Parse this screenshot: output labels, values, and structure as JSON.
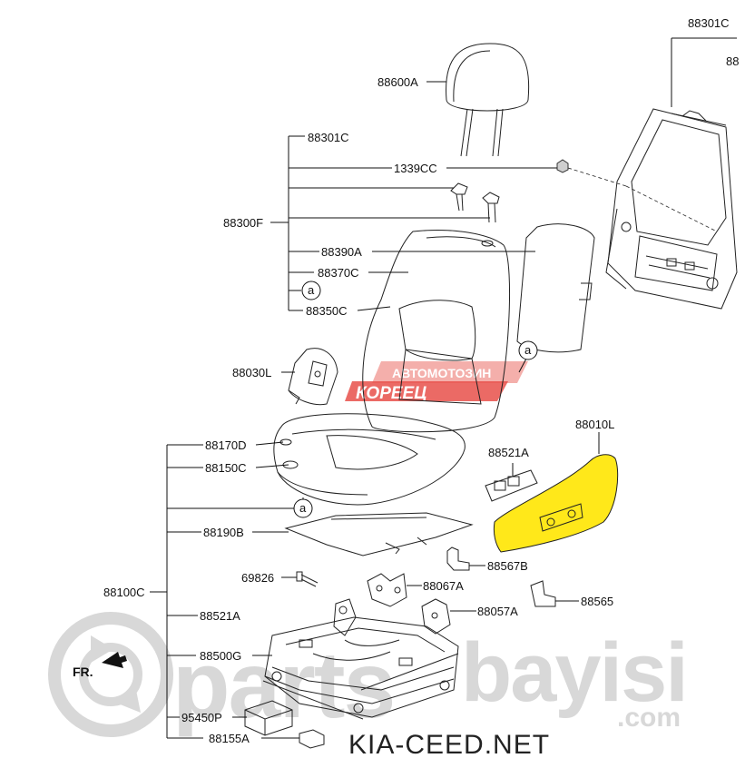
{
  "labels": {
    "l_88301C_top": "88301C",
    "l_88301C_top_cut": "88",
    "l_88600A": "88600A",
    "l_88301C": "88301C",
    "l_1339CC": "1339CC",
    "l_88300F": "88300F",
    "l_88390A": "88390A",
    "l_88370C": "88370C",
    "l_a1": "a",
    "l_88350C": "88350C",
    "l_a2": "a",
    "l_88030L": "88030L",
    "l_88010L": "88010L",
    "l_88170D": "88170D",
    "l_88521A_r": "88521A",
    "l_88150C": "88150C",
    "l_a3": "a",
    "l_88190B": "88190B",
    "l_88567B": "88567B",
    "l_69826": "69826",
    "l_88067A": "88067A",
    "l_88565": "88565",
    "l_88100C": "88100C",
    "l_88057A": "88057A",
    "l_88521A_l": "88521A",
    "l_88500G": "88500G",
    "l_95450P": "95450P",
    "l_88155A": "88155A"
  },
  "watermark": {
    "badge_top": "АВТОМОТОЗИН",
    "badge_bottom": "КОРЕЕЦ",
    "brand_left": "parts",
    "brand_right": "bayisi",
    "brand_com": ".com",
    "site": "KIA-CEED.NET",
    "direction": "FR."
  },
  "colors": {
    "highlight": "#ffe81a",
    "badge": "#e8504a",
    "watermark": "#d8d8d8"
  }
}
